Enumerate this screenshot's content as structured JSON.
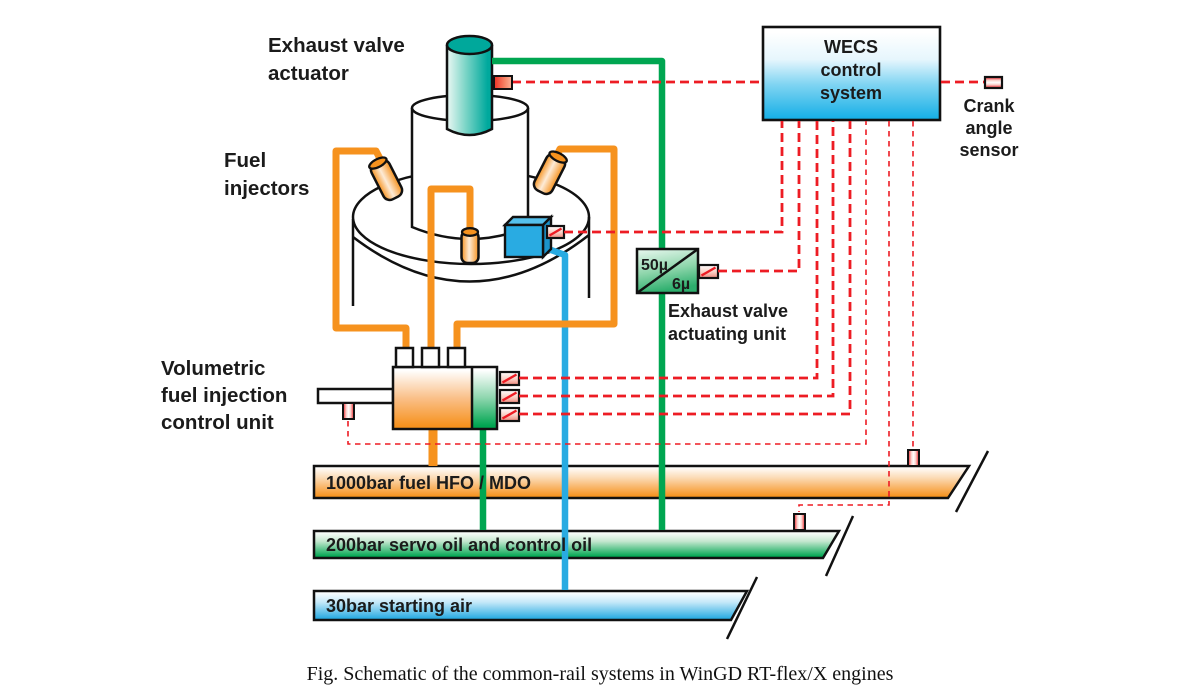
{
  "labels": {
    "exhaust_valve_actuator": [
      "Exhaust valve",
      "actuator"
    ],
    "fuel_injectors": [
      "Fuel",
      "injectors"
    ],
    "volumetric_fuel_injection_control_unit": [
      "Volumetric",
      "fuel injection",
      "control unit"
    ],
    "exhaust_valve_actuating_unit": [
      "Exhaust valve",
      "actuating unit"
    ],
    "wecs_control_system": [
      "WECS",
      "control",
      "system"
    ],
    "crank_angle_sensor": [
      "Crank",
      "angle",
      "sensor"
    ]
  },
  "filter": {
    "coarse_rating": "50µ",
    "fine_rating": "6µ"
  },
  "rails": [
    {
      "label": "1000bar fuel HFO / MDO",
      "color": "#F6921E"
    },
    {
      "label": "200bar servo oil and control oil",
      "color": "#00A651"
    },
    {
      "label": "30bar starting air",
      "color": "#29ABE2"
    }
  ],
  "figure": {
    "caption": "Fig. Schematic of the common-rail systems in WinGD RT-flex/X engines"
  },
  "colors": {
    "fuel_pipes": "#F6921E",
    "servo_oil_line": "#00A651",
    "starting_air_line": "#29ABE2",
    "control_signal": "#ED1C24",
    "actuator_cylinder": "#00A99D",
    "wecs_box_fill": "#29ABE2"
  }
}
